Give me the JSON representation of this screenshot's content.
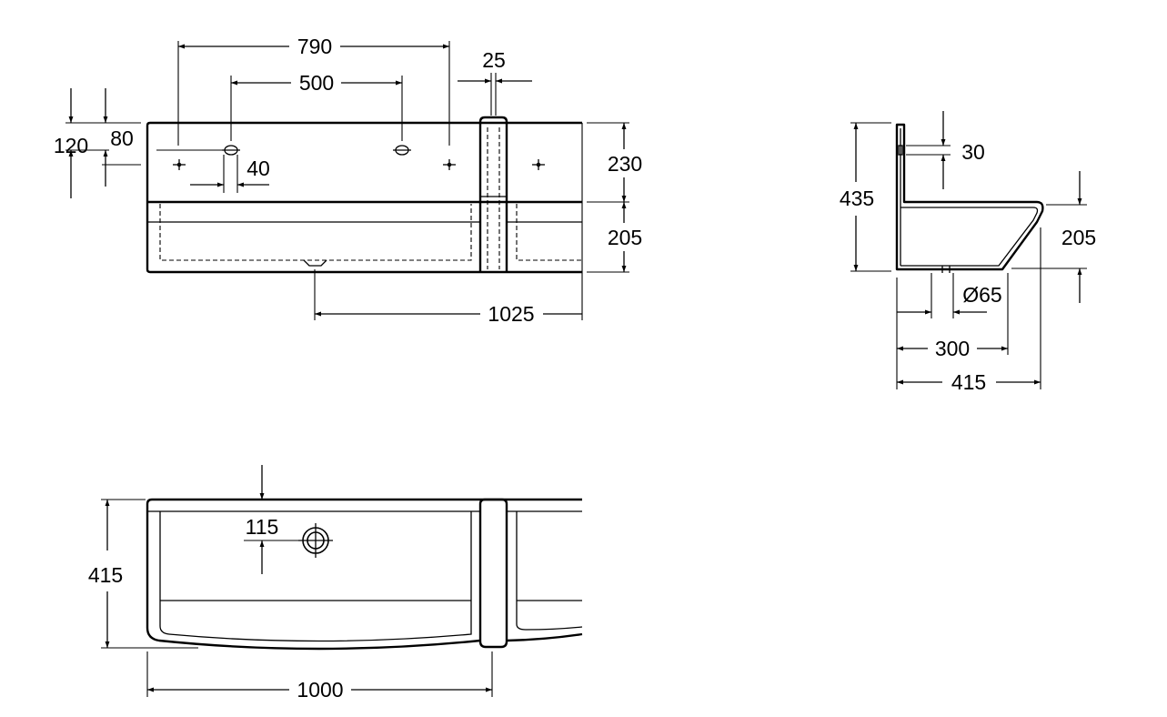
{
  "front_view": {
    "dim_width_holes_outer": "790",
    "dim_width_holes_inner": "500",
    "dim_panel_thickness": "25",
    "dim_hole_height_1": "120",
    "dim_hole_height_2": "80",
    "dim_hole_diameter": "40",
    "dim_upper_height": "230",
    "dim_lower_height": "205",
    "dim_drain_offset": "1025"
  },
  "side_view": {
    "dim_total_height": "435",
    "dim_top_thickness": "30",
    "dim_basin_height": "205",
    "dim_drain_diameter": "Ø65",
    "dim_drain_depth": "300",
    "dim_total_depth": "415"
  },
  "top_view": {
    "dim_depth": "415",
    "dim_drain_offset": "115",
    "dim_width": "1000"
  }
}
